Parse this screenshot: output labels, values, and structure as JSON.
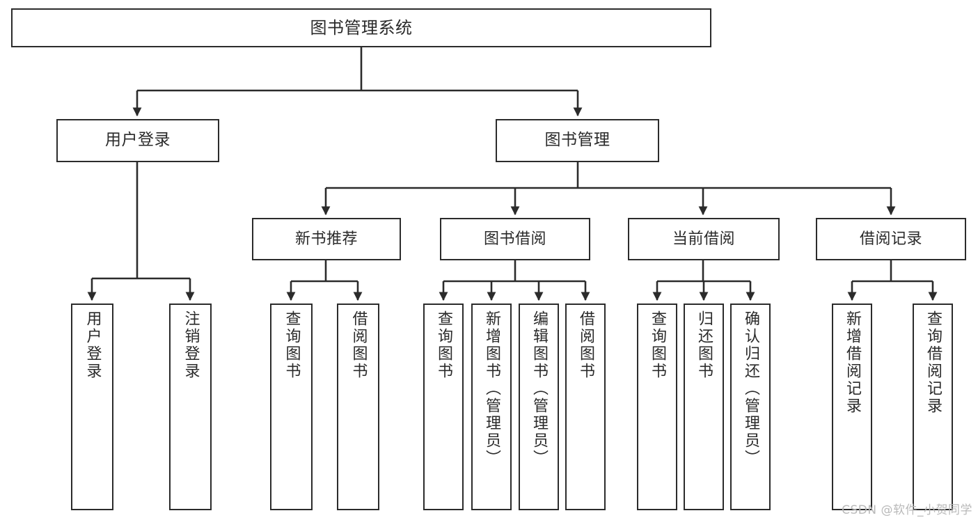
{
  "diagram": {
    "title": "图书管理系统",
    "type": "tree-hierarchy",
    "watermark": "CSDN @软件_小贺同学",
    "colors": {
      "border": "#2b2b2b",
      "text": "#2a2a2a",
      "background": "#ffffff",
      "edge": "#2b2b2b",
      "watermark": "#b9b9b9"
    },
    "nodes": {
      "root": {
        "label": "图书管理系统"
      },
      "level2": [
        {
          "id": "user-login",
          "label": "用户登录"
        },
        {
          "id": "book-manage",
          "label": "图书管理"
        }
      ],
      "level3": [
        {
          "id": "new-book-recommend",
          "label": "新书推荐"
        },
        {
          "id": "book-borrow",
          "label": "图书借阅"
        },
        {
          "id": "current-borrow",
          "label": "当前借阅"
        },
        {
          "id": "borrow-record",
          "label": "借阅记录"
        }
      ],
      "leaves": {
        "user-login": [
          {
            "id": "leaf-user-login",
            "label": "用户登录"
          },
          {
            "id": "leaf-user-logout",
            "label": "注销登录"
          }
        ],
        "new-book-recommend": [
          {
            "id": "leaf-query-book-1",
            "label": "查询图书"
          },
          {
            "id": "leaf-borrow-book-1",
            "label": "借阅图书"
          }
        ],
        "book-borrow": [
          {
            "id": "leaf-query-book-2",
            "label": "查询图书"
          },
          {
            "id": "leaf-add-book",
            "label": "新增图书（管理员）"
          },
          {
            "id": "leaf-edit-book",
            "label": "编辑图书（管理员）"
          },
          {
            "id": "leaf-borrow-book-2",
            "label": "借阅图书"
          }
        ],
        "current-borrow": [
          {
            "id": "leaf-query-book-3",
            "label": "查询图书"
          },
          {
            "id": "leaf-return-book",
            "label": "归还图书"
          },
          {
            "id": "leaf-confirm-return",
            "label": "确认归还（管理员）"
          }
        ],
        "borrow-record": [
          {
            "id": "leaf-add-record",
            "label": "新增借阅记录"
          },
          {
            "id": "leaf-query-record",
            "label": "查询借阅记录"
          }
        ]
      }
    }
  }
}
